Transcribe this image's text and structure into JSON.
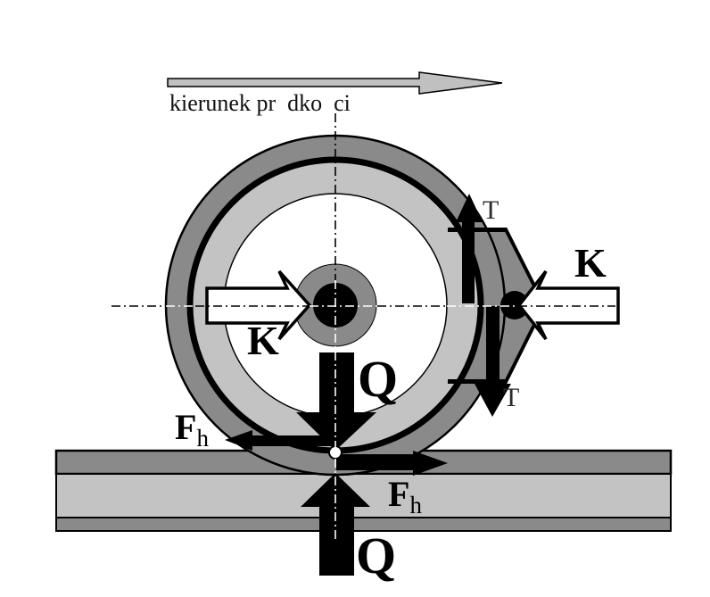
{
  "figure": {
    "kind": "wheel-rail-force-diagram",
    "description": "Railway wheel on a rail with contact forces"
  },
  "colors": {
    "background": "#ffffff",
    "dark_gray": "#8a8a8a",
    "light_gray": "#c3c3c3",
    "velocity_arrow_fill": "#c0c0c0",
    "outline": "#000000",
    "t_label": "#2b2b2b"
  },
  "velocity": {
    "label": "kierunek pr  dko  ci"
  },
  "forces": {
    "K_left": "K",
    "K_right": "K",
    "Q_top": "Q",
    "Q_bottom": "Q",
    "T_top": "T",
    "T_bottom": "T",
    "Fh_left": {
      "main": "F",
      "sub": "h"
    },
    "Fh_right": {
      "main": "F",
      "sub": "h"
    }
  }
}
